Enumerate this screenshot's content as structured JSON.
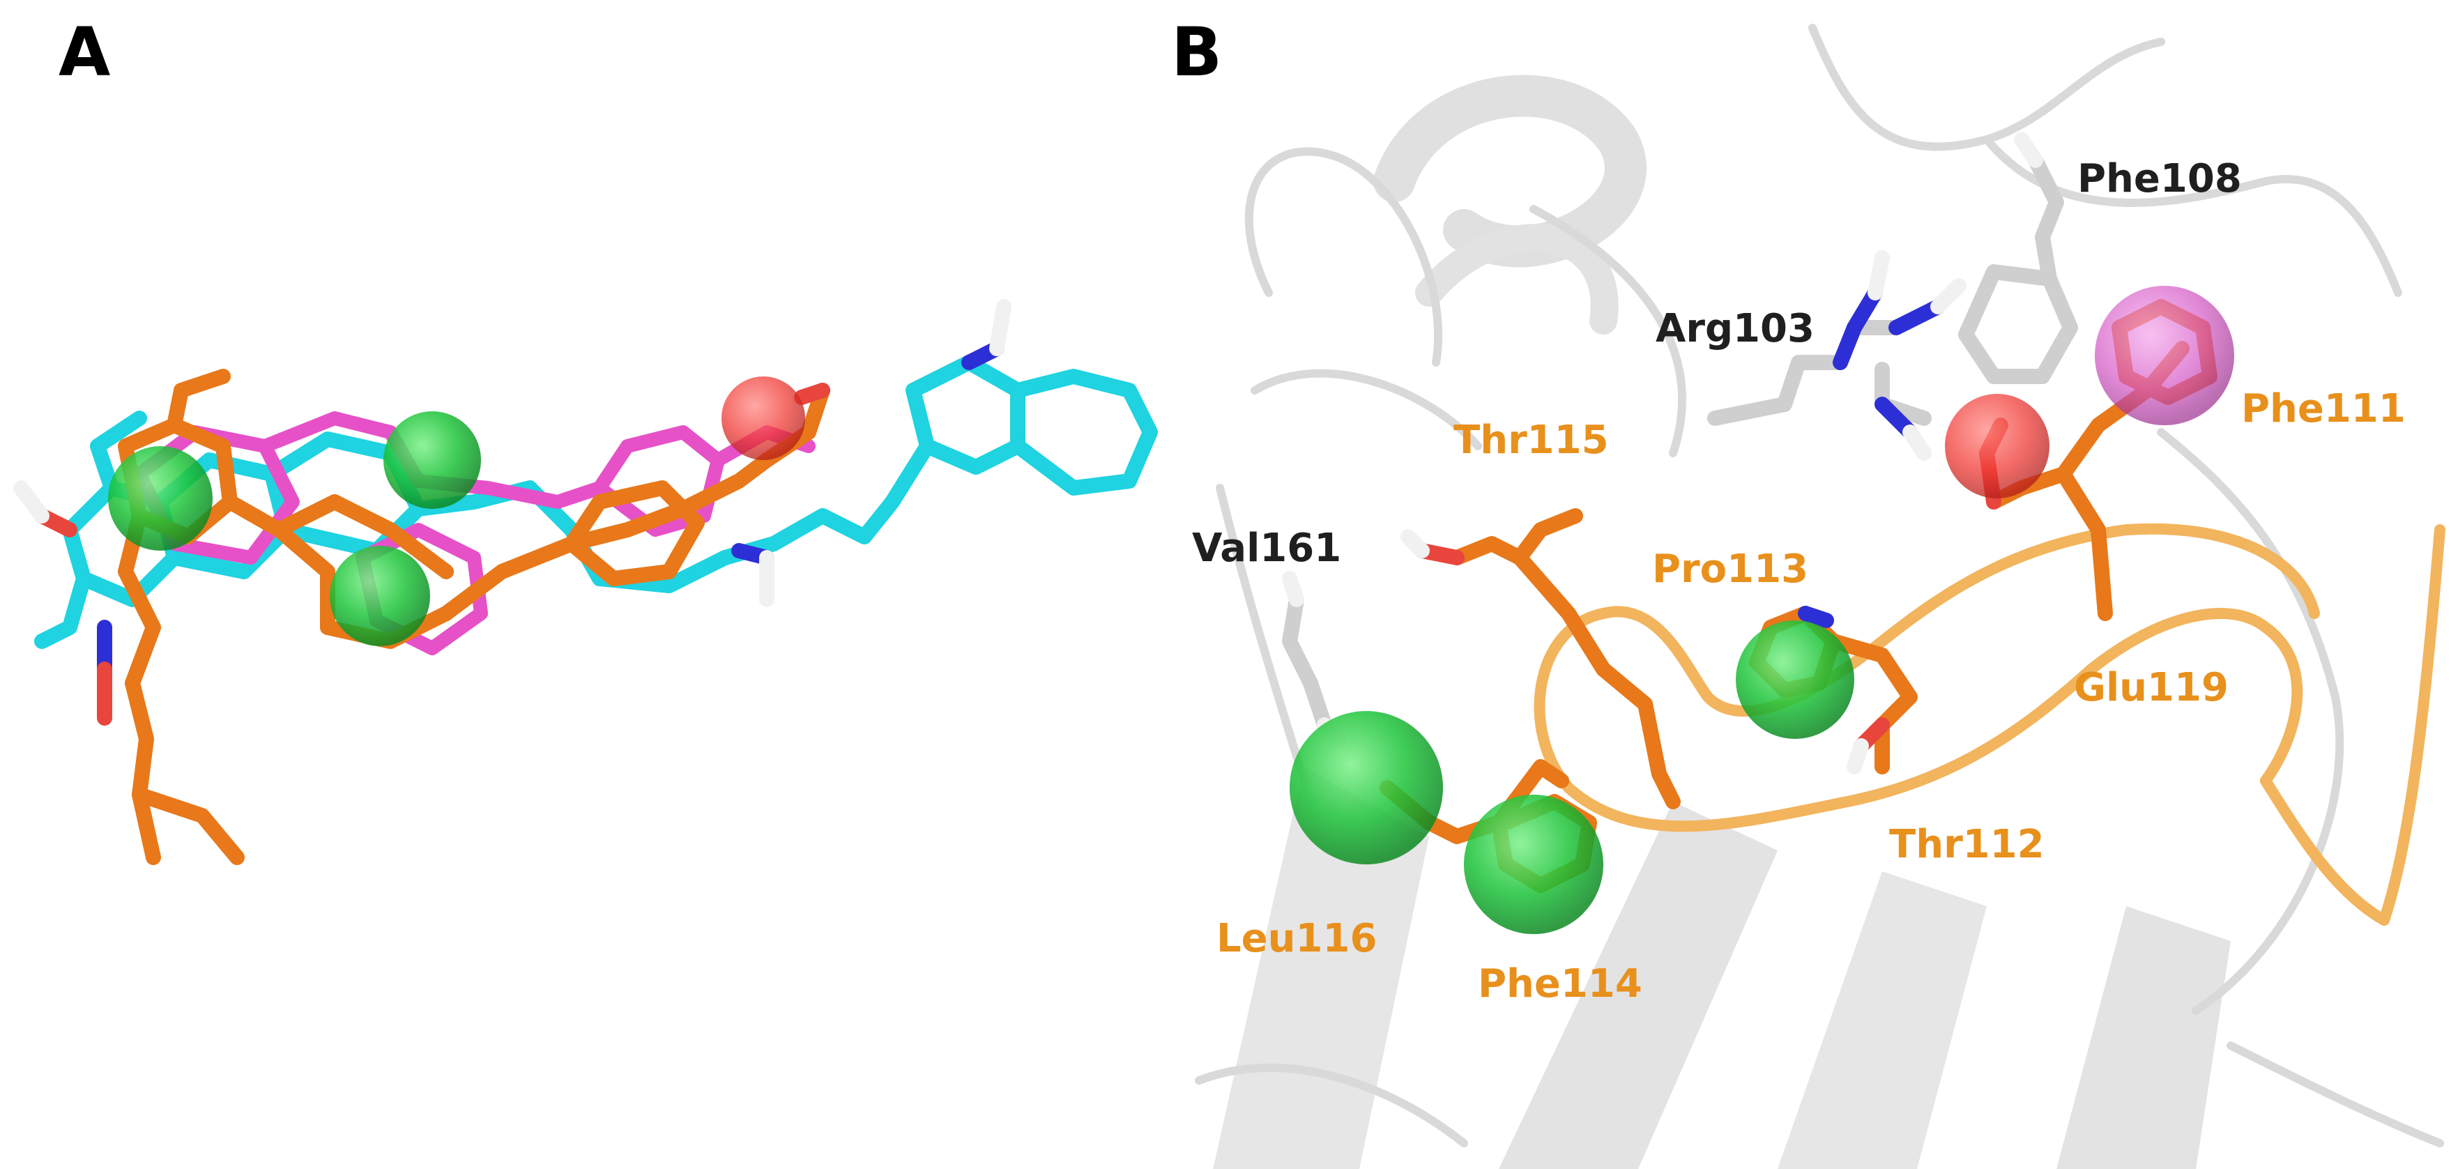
{
  "panels": {
    "a": {
      "label": "A"
    },
    "b": {
      "label": "B"
    }
  },
  "residues": {
    "phe108": "Phe108",
    "arg103": "Arg103",
    "phe111": "Phe111",
    "thr115": "Thr115",
    "val161": "Val161",
    "pro113": "Pro113",
    "glu119": "Glu119",
    "thr112": "Thr112",
    "leu116": "Leu116",
    "phe114": "Phe114"
  },
  "colors": {
    "ligand_cyan": "#1fd3e0",
    "ligand_magenta": "#e651c8",
    "ligand_orange": "#e8781a",
    "pharmacophore_green": "#1ec43a",
    "pharmacophore_red": "#f03a35",
    "pharmacophore_magenta": "#d558c6",
    "protein_gray": "#d9d9d9",
    "loop_orange": "#f2b45c",
    "nitrogen_blue": "#2d2fd6",
    "oxygen_red": "#e8453c",
    "hydrogen_white": "#f1f1f1",
    "label_orange": "#e8901c",
    "label_dark": "#1f1f1f"
  }
}
